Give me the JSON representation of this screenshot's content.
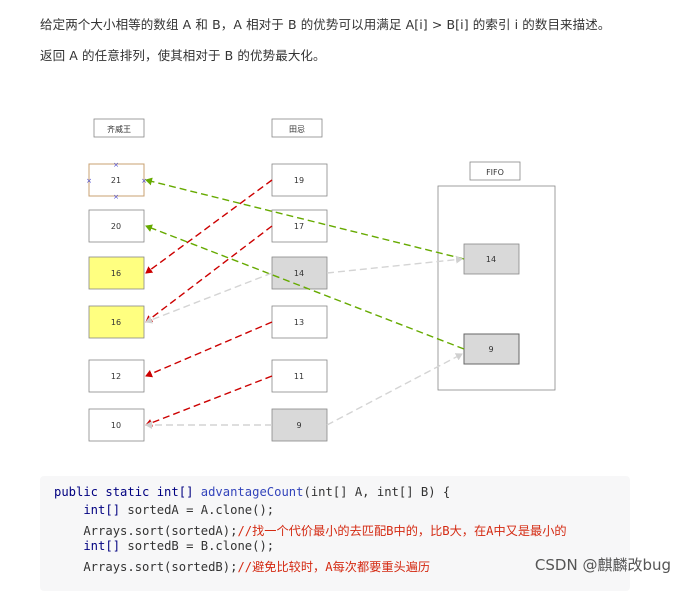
{
  "text": {
    "line1": "给定两个大小相等的数组 A 和 B，A 相对于 B 的优势可以用满足 A[i] > B[i] 的索引 i 的数目来描述。",
    "line2": "返回 A 的任意排列，使其相对于 B 的优势最大化。"
  },
  "diagram": {
    "left_title": "齐威王",
    "mid_title": "田忌",
    "fifo_title": "FIFO",
    "left_values": [
      "21",
      "20",
      "16",
      "16",
      "12",
      "10"
    ],
    "mid_values": [
      "19",
      "17",
      "14",
      "13",
      "11",
      "9"
    ],
    "fifo_values": [
      "14",
      "9"
    ]
  },
  "code": {
    "l1_a": "public static int[] ",
    "l1_fn": "advantageCount",
    "l1_b": "(int[] A, int[] B) {",
    "l2_kw": "    int[]",
    "l2_rest": " sortedA = A.clone();",
    "l3_code": "    Arrays.sort(sortedA);",
    "l3_comment": "//找一个代价最小的去匹配B中的，比B大，在A中又是最小的",
    "l4_kw": "    int[]",
    "l4_rest": " sortedB = B.clone();",
    "l5_code": "    Arrays.sort(sortedB);",
    "l5_comment": "//避免比较时，A每次都要重头遍历"
  },
  "watermark": "CSDN @麒麟改bug",
  "colors": {
    "yellow_fill": "#ffff80",
    "gray_fill": "#d9d9d9",
    "red_arrow": "#cc0000",
    "green_arrow": "#66aa00",
    "gray_arrow": "#d4d4d4",
    "highlight_border": "#c8a070",
    "cross_marker": "#4444cc"
  }
}
